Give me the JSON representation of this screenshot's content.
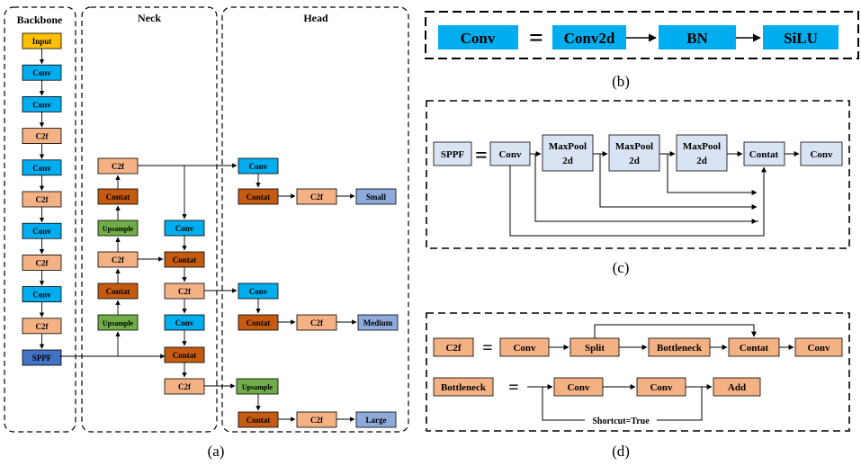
{
  "colors": {
    "blue": "#00AEEF",
    "peach": "#F4B183",
    "darkorange": "#C55A11",
    "green": "#70AD47",
    "yellow": "#FFC000",
    "navy": "#4472C4",
    "lightblue": "#8EA9DB",
    "lavender": "#DAE3F3"
  },
  "panel_a": {
    "caption": "(a)",
    "backbone_title": "Backbone",
    "neck_title": "Neck",
    "head_title": "Head",
    "backbone": [
      "Input",
      "Conv",
      "Conv",
      "C2f",
      "Conv",
      "C2f",
      "Conv",
      "C2f",
      "Conv",
      "C2f",
      "SPPF"
    ],
    "neck": {
      "top_c2f": "C2f",
      "contat_1": "Contat",
      "upsample_1": "Upsample",
      "c2f_2": "C2f",
      "contat_2": "Contat",
      "upsample_2": "Upsample",
      "conv_a": "Conv",
      "contat_3": "Contat",
      "c2f_3": "C2f",
      "conv_b": "Conv",
      "contat_4": "Contat",
      "c2f_4": "C2f"
    },
    "head": {
      "conv_small": "Conv",
      "contat_small": "Contat",
      "c2f_small": "C2f",
      "out_small": "Small",
      "conv_medium": "Conv",
      "contat_medium": "Contat",
      "c2f_medium": "C2f",
      "out_medium": "Medium",
      "upsample_large": "Upsample",
      "contat_large": "Contat",
      "c2f_large": "C2f",
      "out_large": "Large"
    }
  },
  "panel_b": {
    "caption": "(b)",
    "lhs": "Conv",
    "eq": "=",
    "chain": [
      "Conv2d",
      "BN",
      "SiLU"
    ]
  },
  "panel_c": {
    "caption": "(c)",
    "lhs": "SPPF",
    "eq": "=",
    "conv_1": "Conv",
    "pool_1": [
      "MaxPool",
      "2d"
    ],
    "pool_2": [
      "MaxPool",
      "2d"
    ],
    "pool_3": [
      "MaxPool",
      "2d"
    ],
    "contat": "Contat",
    "conv_2": "Conv"
  },
  "panel_d": {
    "caption": "(d)",
    "c2f_lhs": "C2f",
    "eq": "=",
    "c2f_chain": [
      "Conv",
      "Split",
      "Bottleneck",
      "Contat",
      "Conv"
    ],
    "bottleneck_lhs": "Bottleneck",
    "bottleneck_chain": [
      "Conv",
      "Conv",
      "Add"
    ],
    "shortcut_label": "Shortcut=True"
  }
}
